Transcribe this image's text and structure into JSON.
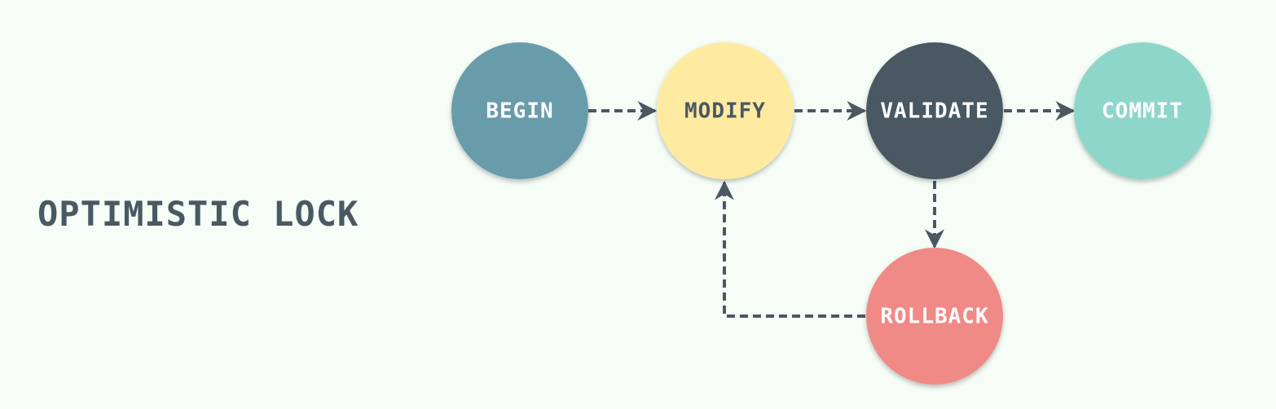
{
  "title": "OPTIMISTIC LOCK",
  "colors": {
    "background": "#f5fdf6",
    "edge": "#4a5862",
    "title": "#4a5862"
  },
  "nodes": [
    {
      "id": "begin",
      "label": "BEGIN",
      "fill": "#699cab",
      "text_color": "#ffffff"
    },
    {
      "id": "modify",
      "label": "MODIFY",
      "fill": "#feeba1",
      "text_color": "#4a5862"
    },
    {
      "id": "validate",
      "label": "VALIDATE",
      "fill": "#4a5862",
      "text_color": "#ffffff"
    },
    {
      "id": "commit",
      "label": "COMMIT",
      "fill": "#8fd6ca",
      "text_color": "#ffffff"
    },
    {
      "id": "rollback",
      "label": "ROLLBACK",
      "fill": "#f08a86",
      "text_color": "#ffffff"
    }
  ],
  "edges": [
    {
      "from": "begin",
      "to": "modify",
      "style": "dashed"
    },
    {
      "from": "modify",
      "to": "validate",
      "style": "dashed"
    },
    {
      "from": "validate",
      "to": "commit",
      "style": "dashed"
    },
    {
      "from": "validate",
      "to": "rollback",
      "style": "dashed"
    },
    {
      "from": "rollback",
      "to": "modify",
      "style": "dashed"
    }
  ]
}
